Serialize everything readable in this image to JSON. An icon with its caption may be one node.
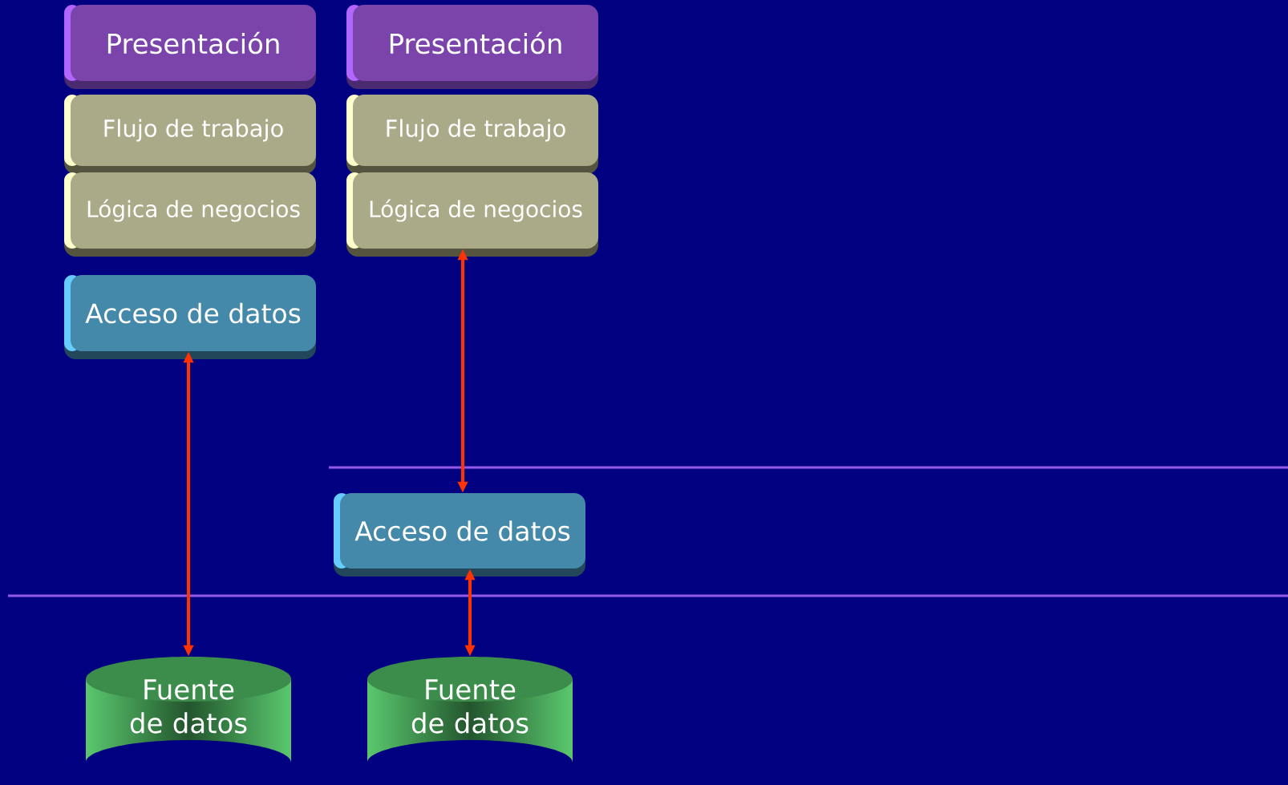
{
  "diagram": {
    "nodes": [
      {
        "text": [
          "Presentación"
        ]
      },
      {
        "text": [
          "Presentación"
        ]
      },
      {
        "text": [
          "Flujo de trabajo"
        ]
      },
      {
        "text": [
          "Flujo de trabajo"
        ]
      },
      {
        "text": [
          "Lógica de negocios"
        ]
      },
      {
        "text": [
          "Lógica de negocios"
        ]
      },
      {
        "text": [
          "Acceso de datos"
        ]
      },
      {
        "text": [
          "Acceso de datos"
        ]
      },
      {
        "text": [
          "Fuente de datos"
        ]
      },
      {
        "text": [
          "Fuente de datos"
        ]
      }
    ],
    "edges": [
      {
        "from": 6,
        "to": 8,
        "arrow": "both"
      },
      {
        "from": 5,
        "to": 7,
        "arrow": "both"
      },
      {
        "from": 7,
        "to": 9,
        "arrow": "both"
      }
    ]
  }
}
